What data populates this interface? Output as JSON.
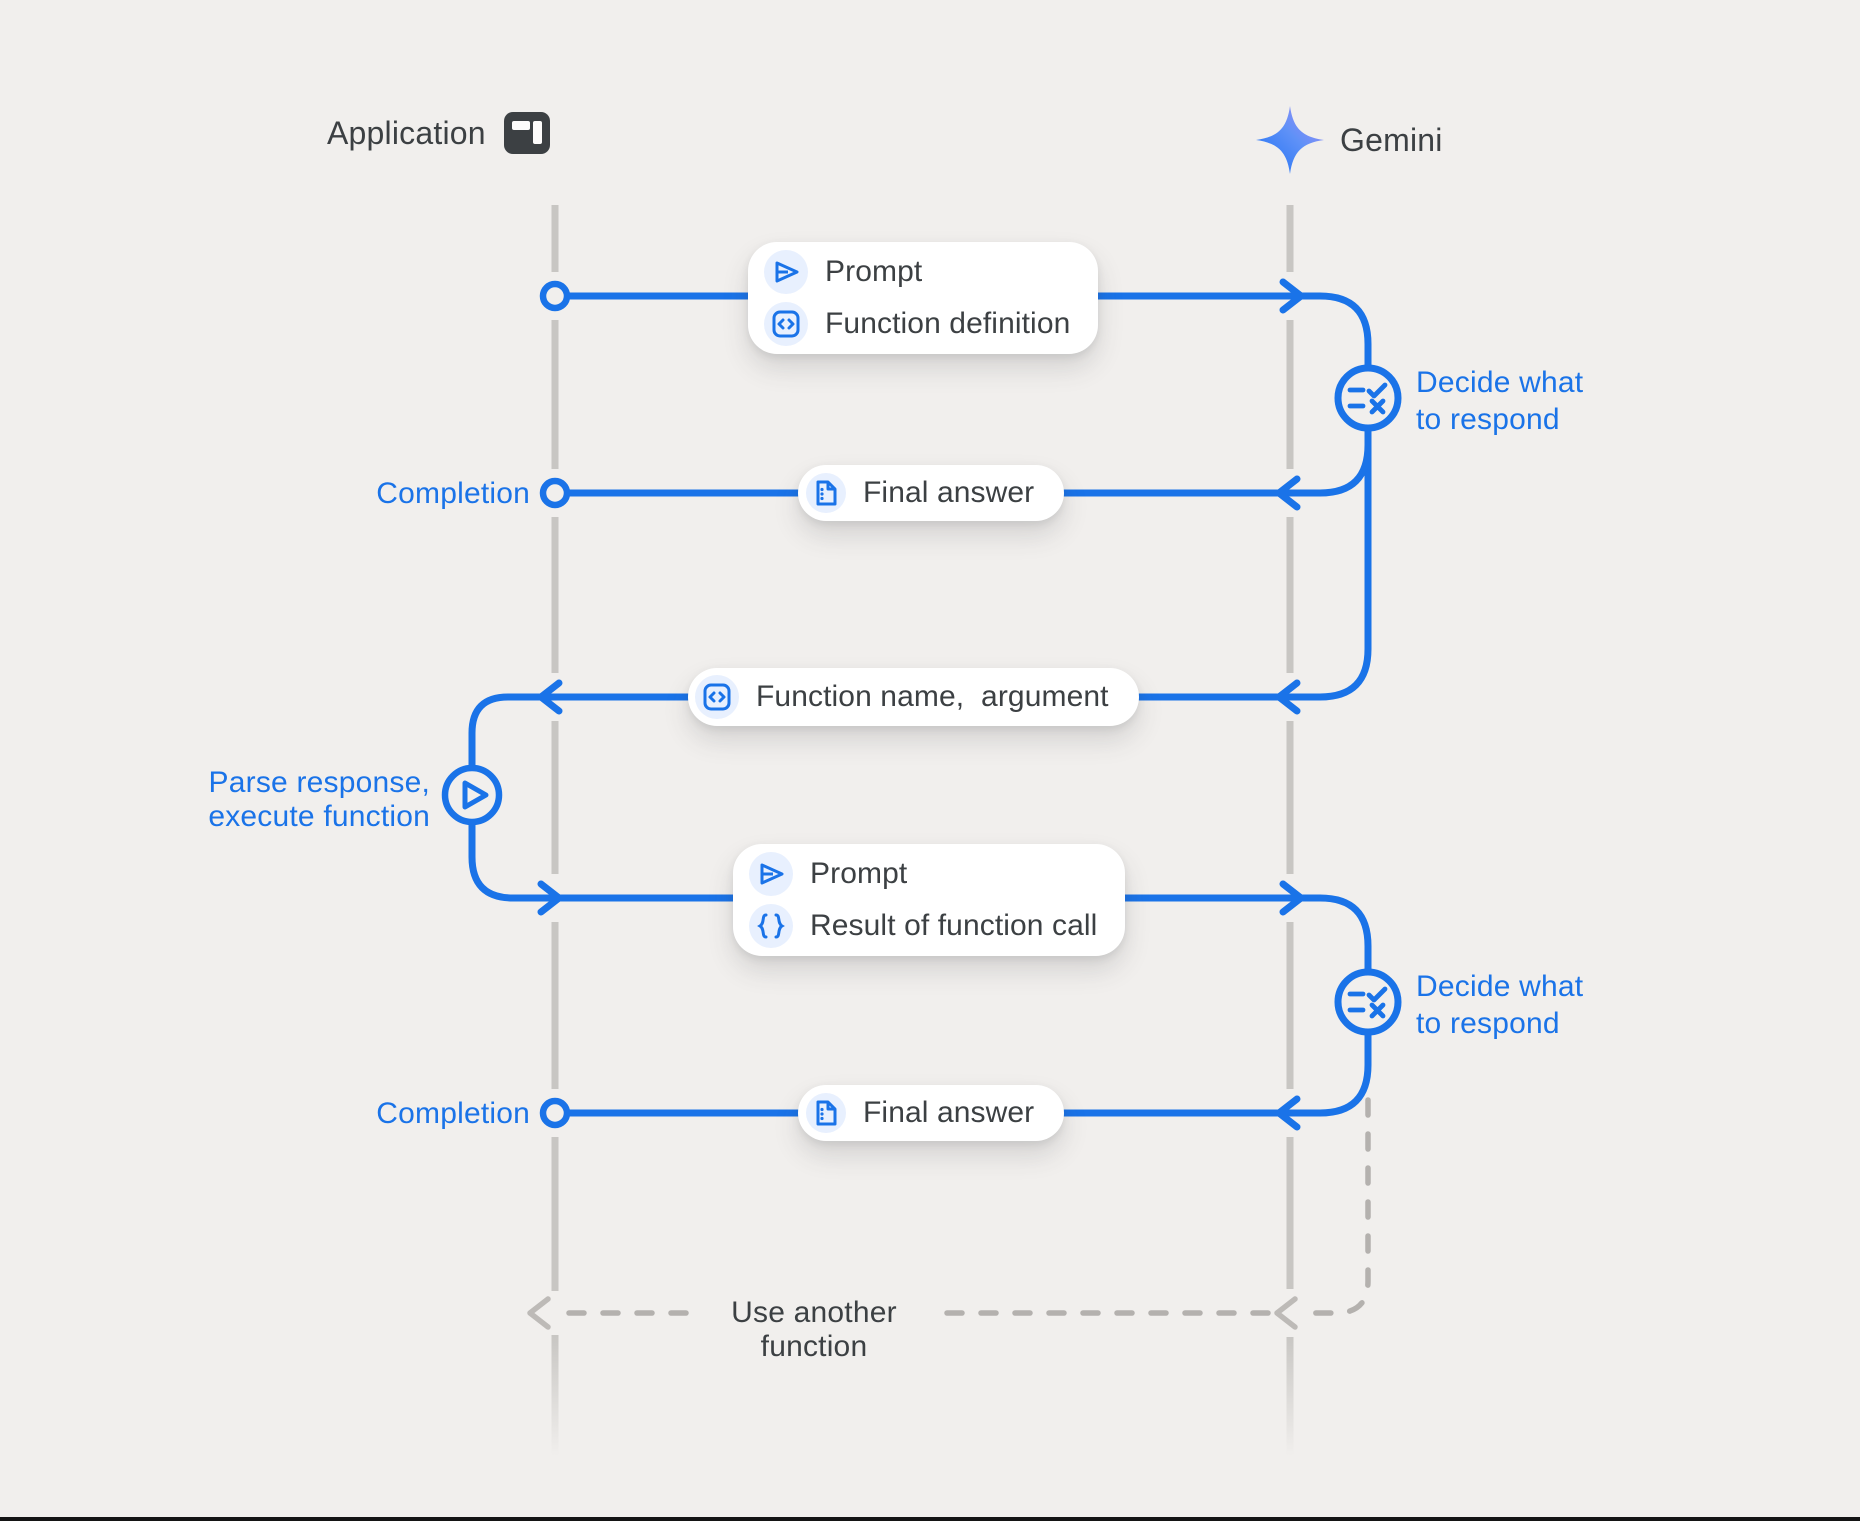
{
  "colors": {
    "background": "#f1efed",
    "accent_blue": "#1a73e8",
    "dark_text": "#3c4043",
    "lifeline_gray": "#c8c6c3",
    "dashed_gray": "#b4b1ae",
    "icon_chip_bg": "#e8f0fe",
    "pill_bg": "#ffffff",
    "gemini_gradient_start": "#1a6ff5",
    "gemini_gradient_end": "#a88ef7"
  },
  "actors": {
    "application": {
      "label": "Application",
      "icon": "app-window-icon"
    },
    "gemini": {
      "label": "Gemini",
      "icon": "gemini-sparkle-icon"
    }
  },
  "flow": {
    "step1": {
      "lines": [
        {
          "icon": "send-icon",
          "label": "Prompt"
        },
        {
          "icon": "code-box-icon",
          "label": "Function definition"
        }
      ]
    },
    "decide1": {
      "icon": "rule-decision-icon",
      "label": "Decide what to respond"
    },
    "completion1": {
      "label": "Completion"
    },
    "final1": {
      "icon": "document-icon",
      "label": "Final answer"
    },
    "step2": {
      "icon": "code-box-icon",
      "label": "Function name,  argument"
    },
    "parse": {
      "icon": "play-icon",
      "label": "Parse response, execute function"
    },
    "step3": {
      "lines": [
        {
          "icon": "send-icon",
          "label": "Prompt"
        },
        {
          "icon": "braces-icon",
          "label": "Result of function call"
        }
      ]
    },
    "decide2": {
      "icon": "rule-decision-icon",
      "label": "Decide what to respond"
    },
    "completion2": {
      "label": "Completion"
    },
    "final2": {
      "icon": "document-icon",
      "label": "Final answer"
    },
    "loop": {
      "label": "Use another function"
    }
  }
}
